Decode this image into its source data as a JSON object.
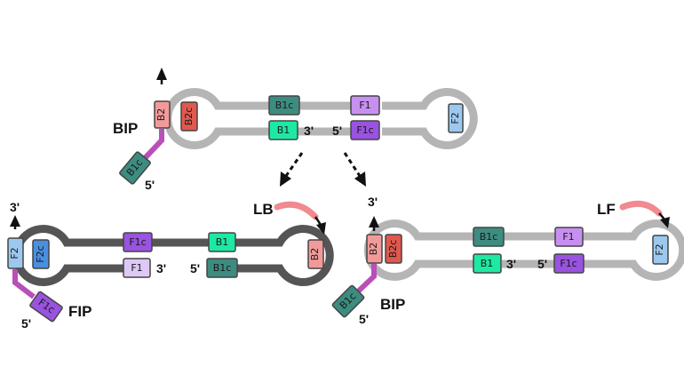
{
  "colors": {
    "strand_light": "#b5b5b5",
    "strand_dark": "#555555",
    "B2": "#f29a9a",
    "B2c": "#e0584e",
    "B1": "#1de9a3",
    "B1c": "#3d8c80",
    "F1": "#c790f0",
    "F1light": "#dec8f5",
    "F1c": "#9a52e0",
    "F2": "#9cc8ef",
    "F2c": "#4a8fe0",
    "linker": "#b94fb8",
    "loop_primer": "#f08a90",
    "arrow": "#111111"
  },
  "segments": {
    "b2": "B2",
    "b2c": "B2c",
    "b1": "B1",
    "b1c": "B1c",
    "f1": "F1",
    "f1c": "F1c",
    "f2": "F2",
    "f2c": "F2c"
  },
  "labels": {
    "bip": "BIP",
    "fip": "FIP",
    "lb": "LB",
    "lf": "LF",
    "five_prime": "5'",
    "three_prime": "3'"
  }
}
